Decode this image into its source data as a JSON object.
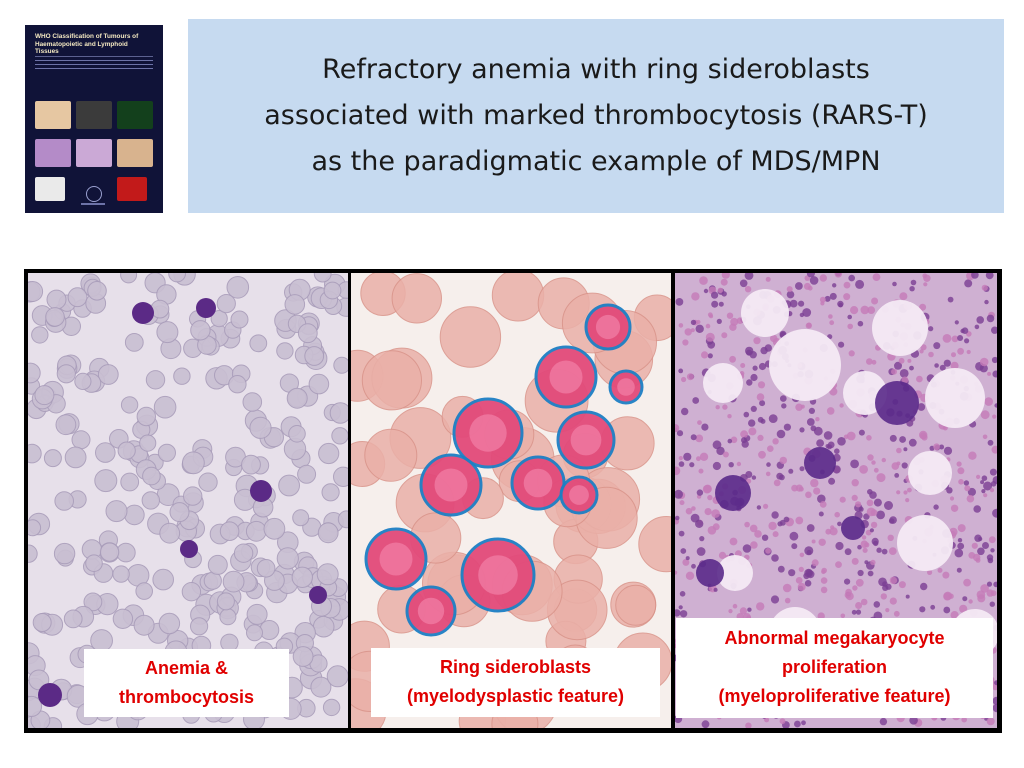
{
  "book_cover": {
    "title": "WHO Classification of Tumours of\nHaematopoietic and Lymphoid Tissues",
    "icon": "book-cover-image"
  },
  "slide": {
    "title": "Refractory anemia with ring sideroblasts\nassociated with marked thrombocytosis (RARS-T)\nas the paradigmatic example of MDS/MPN"
  },
  "panels": [
    {
      "caption": "Anemia &\nthrombocytosis",
      "icon": "blood-smear-image"
    },
    {
      "caption": "Ring sideroblasts\n(myelodysplastic feature)",
      "icon": "ring-sideroblast-image"
    },
    {
      "caption": "Abnormal megakaryocyte\nproliferation\n(myeloproliferative feature)",
      "icon": "bone-marrow-image"
    }
  ],
  "colors": {
    "title_background": "#c6daf0",
    "caption_text": "#e00000",
    "figure_border": "#000000"
  }
}
